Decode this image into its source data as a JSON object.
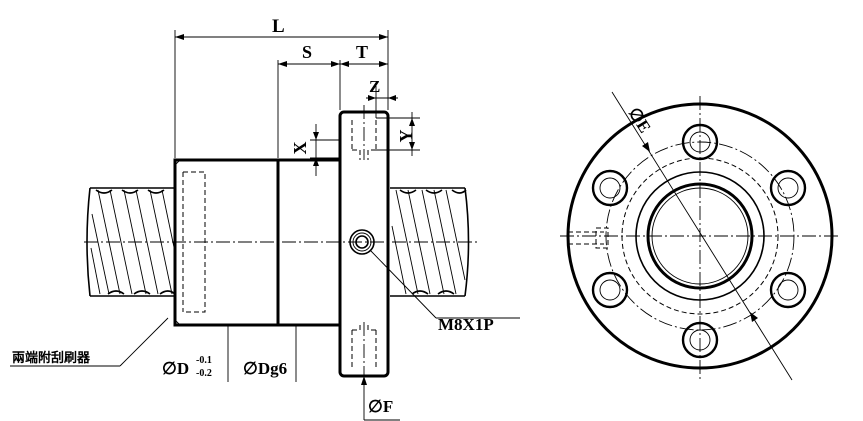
{
  "labels": {
    "length": "L",
    "seal_offset": "S",
    "flange_thickness": "T",
    "flange_step": "Z",
    "x_dim": "X",
    "y_dim": "Y",
    "oil_hole": "M8X1P",
    "pitch_circle": "E",
    "nut_outer_diameter": "D",
    "nut_outer_tol_upper": "-0.1",
    "nut_outer_tol_lower": "-0.2",
    "pilot_diameter": "Dg6",
    "flange_diameter": "F",
    "wiper_note": "兩端附刮刷器",
    "diameter_symbol": "∅"
  }
}
